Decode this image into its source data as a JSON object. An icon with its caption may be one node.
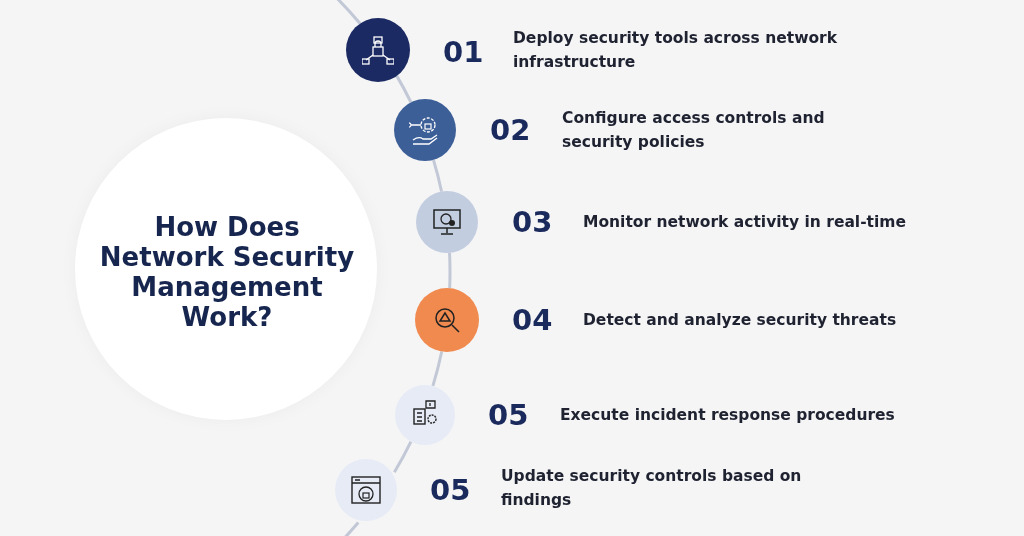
{
  "diagram": {
    "title": "How Does Network Security Management Work?",
    "nodes": [
      {
        "text": [],
        "shape": "circle"
      },
      {
        "text": [],
        "shape": "circle"
      },
      {
        "text": [],
        "shape": "circle"
      },
      {
        "text": [],
        "shape": "circle"
      },
      {
        "text": [],
        "shape": "circle"
      },
      {
        "text": [],
        "shape": "circle"
      }
    ],
    "edges": [
      {
        "from": null,
        "to": 0,
        "arrow": "none"
      },
      {
        "from": 0,
        "to": 1,
        "arrow": "none"
      },
      {
        "from": 1,
        "to": 2,
        "arrow": "none"
      },
      {
        "from": 2,
        "to": 3,
        "arrow": "none"
      },
      {
        "from": 3,
        "to": 4,
        "arrow": "none"
      },
      {
        "from": 4,
        "to": 5,
        "arrow": "none"
      },
      {
        "from": 5,
        "to": null,
        "arrow": "none"
      }
    ],
    "labels": [
      "01",
      "Deploy security tools across network infrastructure",
      "02",
      "Configure access controls and security policies",
      "03",
      "Monitor network activity in real-time",
      "04",
      "Detect and analyze security threats",
      "05",
      "Execute incident response procedures",
      "05",
      "Update security controls based on findings"
    ]
  }
}
